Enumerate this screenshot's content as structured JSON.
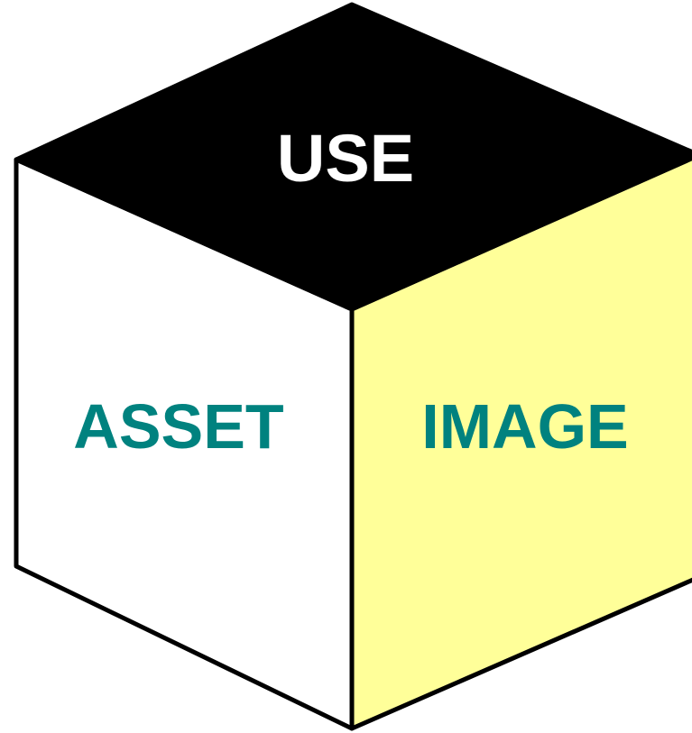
{
  "diagram": {
    "faces": {
      "top": {
        "label": "USE",
        "fill": "#000000",
        "text_color": "#ffffff"
      },
      "left": {
        "label": "ASSET",
        "fill": "#ffffff",
        "text_color": "#00827f"
      },
      "right": {
        "label": "IMAGE",
        "fill": "#ffff99",
        "text_color": "#00827f"
      }
    },
    "edge_color": "#000000"
  }
}
